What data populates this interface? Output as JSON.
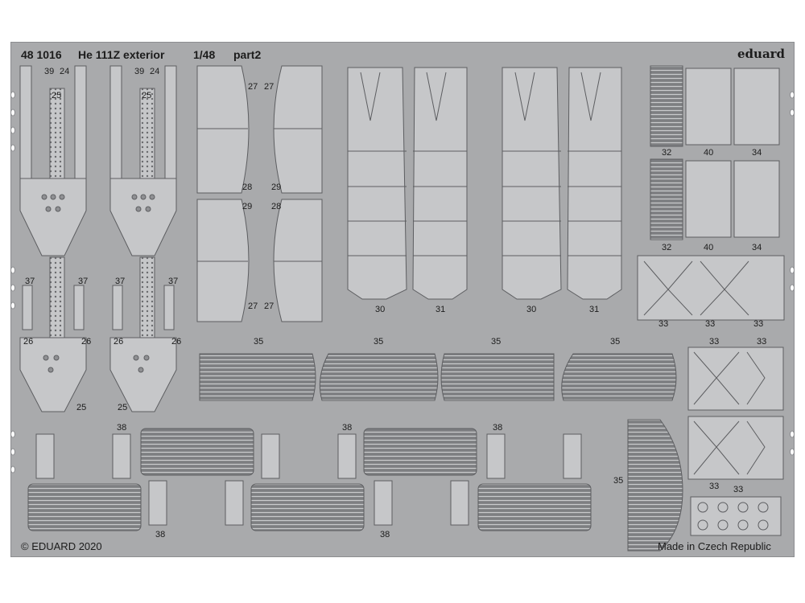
{
  "header": {
    "product_code": "48 1016",
    "kit_title": "He 111Z exterior",
    "scale": "1/48",
    "part": "part2",
    "brand": "eduard"
  },
  "footer": {
    "copyright": "© EDUARD 2020",
    "origin": "Made in Czech Republic"
  },
  "part_numbers": {
    "p24": "24",
    "p25": "25",
    "p26": "26",
    "p27": "27",
    "p28": "28",
    "p29": "29",
    "p30": "30",
    "p31": "31",
    "p32": "32",
    "p33": "33",
    "p34": "34",
    "p35": "35",
    "p37": "37",
    "p38": "38",
    "p39": "39",
    "p40": "40"
  },
  "colors": {
    "fret": "#a9aaac",
    "part_fill": "#c6c7c9",
    "etch_line": "#5d5e61",
    "text": "#1c1c1c"
  }
}
